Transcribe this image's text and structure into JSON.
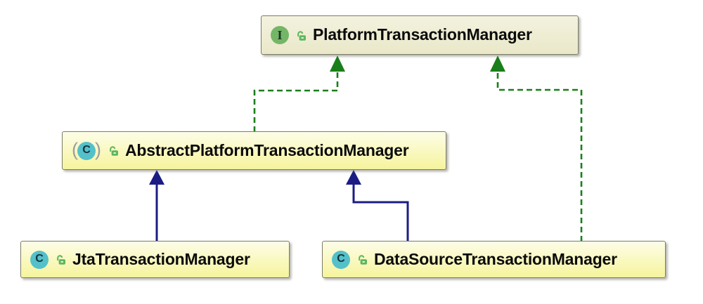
{
  "diagram": {
    "type": "uml-class-diagram",
    "nodes": [
      {
        "label": "PlatformTransactionManager",
        "kind": "interface",
        "icon": "interface-icon",
        "icon_letter": "I",
        "visibility_icon": "public-lock-icon"
      },
      {
        "label": "AbstractPlatformTransactionManager",
        "kind": "abstract-class",
        "icon": "abstract-class-icon",
        "icon_letter": "C",
        "visibility_icon": "public-lock-icon"
      },
      {
        "label": "JtaTransactionManager",
        "kind": "class",
        "icon": "class-icon",
        "icon_letter": "C",
        "visibility_icon": "public-lock-icon"
      },
      {
        "label": "DataSourceTransactionManager",
        "kind": "class",
        "icon": "class-icon",
        "icon_letter": "C",
        "visibility_icon": "public-lock-icon"
      }
    ],
    "icons": {
      "abstract_paren_open": "(",
      "abstract_paren_close": ")"
    },
    "edges": [
      {
        "from": "AbstractPlatformTransactionManager",
        "to": "PlatformTransactionManager",
        "relation": "realization",
        "line": "dashed"
      },
      {
        "from": "DataSourceTransactionManager",
        "to": "PlatformTransactionManager",
        "relation": "realization",
        "line": "dashed"
      },
      {
        "from": "JtaTransactionManager",
        "to": "AbstractPlatformTransactionManager",
        "relation": "generalization",
        "line": "solid"
      },
      {
        "from": "DataSourceTransactionManager",
        "to": "AbstractPlatformTransactionManager",
        "relation": "generalization",
        "line": "solid"
      }
    ],
    "colors": {
      "canvas_background": "#ffffff",
      "realization_edge": "#1a7f1a",
      "generalization_edge": "#1c1c85",
      "node_border": "#7c7c68",
      "class_node_fill_top": "#fdfde8",
      "class_node_fill_bottom": "#f6f49c",
      "interface_node_fill_top": "#f3f2df",
      "interface_node_fill_bottom": "#eae8c8",
      "class_icon_fill": "#54c0ca",
      "interface_icon_fill": "#74b667",
      "public_lock_green": "#5fb65f"
    }
  }
}
